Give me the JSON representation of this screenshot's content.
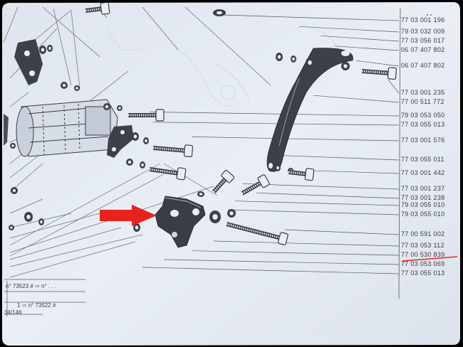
{
  "part_numbers": [
    "77 03 001 196",
    "79 03 032 009",
    "77 03 056 017",
    "06 07 407 802",
    "06 07 407 802",
    "77 03 001 235",
    "77 00 511 772",
    "79 03 053 050",
    "77 03 055 013",
    "77 03 001 576",
    "77 03 055 011",
    "77 03 001 442",
    "77 03 001 237",
    "77 03 001 238",
    "79 03 055 010",
    "79 03 055 010",
    "77 00 591 002",
    "77 03 053 112",
    "77 00 530 839",
    "77 03 053 069",
    "77 03 055 013"
  ],
  "footnotes": {
    "line1": "n° 73523 # ⇨ n° . . .",
    "line2": "1 ⇨ n° 73522 #",
    "line3": "34/146"
  },
  "colors": {
    "arrow": "#e8231e",
    "highlight_underline": "#e8231e",
    "paper": "#e7ecf3",
    "ink": "#3a3b40"
  },
  "highlighted_part": "77 00 530 839"
}
